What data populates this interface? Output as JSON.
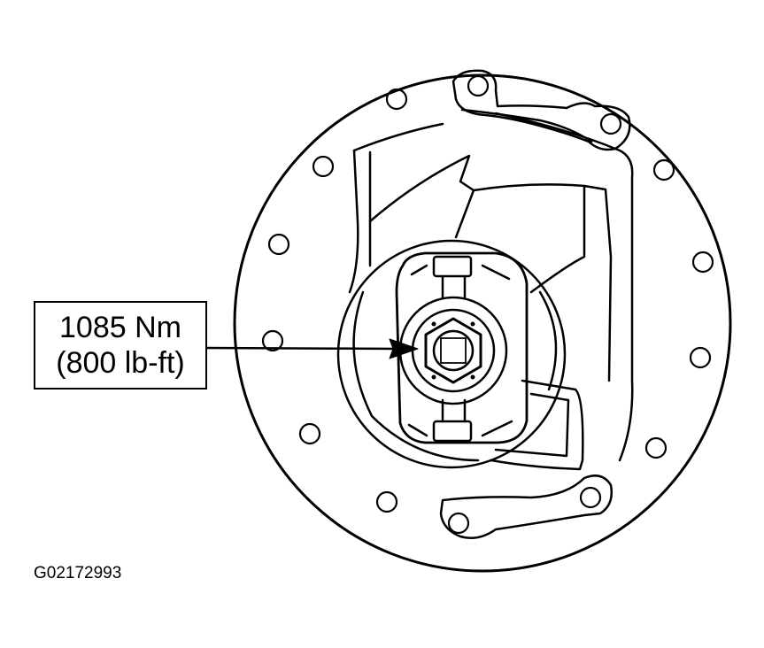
{
  "callout": {
    "line1": "1085 Nm",
    "line2": "(800 lb-ft)"
  },
  "figure_id": "G02172993",
  "colors": {
    "stroke": "#000000",
    "background": "#ffffff"
  }
}
